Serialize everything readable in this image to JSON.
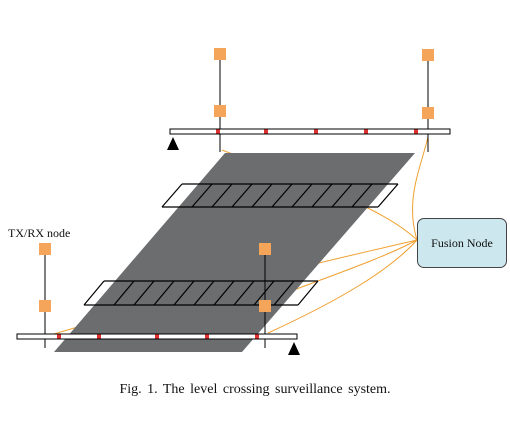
{
  "labels": {
    "txrx_node": "TX/RX node",
    "fusion_node": "Fusion Node"
  },
  "caption": "Fig. 1.  The level crossing surveillance system.",
  "colors": {
    "road": "#6b6d6f",
    "node": "#f5a55a",
    "sensor": "#e03030",
    "link": "#f0a030",
    "fusion_fill": "#cce8ee",
    "rail": "#000000"
  },
  "icons": {
    "node_marker": "orange-square",
    "rail_sensor": "red-square",
    "barrier_hinge": "black-triangle"
  }
}
